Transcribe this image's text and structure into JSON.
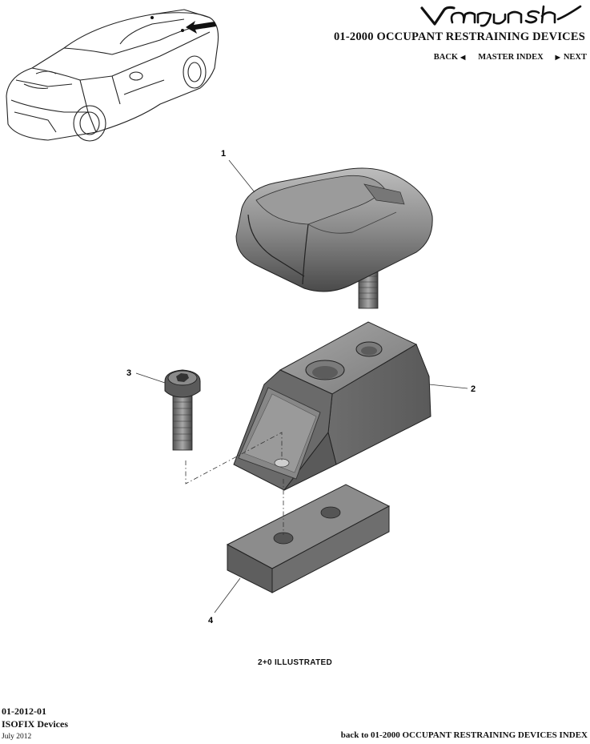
{
  "header": {
    "logo_text": "Vanquish",
    "section_title": "01-2000 OCCUPANT RESTRAINING DEVICES",
    "nav": {
      "back": "BACK",
      "master_index": "MASTER INDEX",
      "next": "NEXT"
    }
  },
  "diagram": {
    "callouts": [
      "1",
      "2",
      "3",
      "4"
    ],
    "caption": "2+0 ILLUSTRATED"
  },
  "footer": {
    "code": "01-2012-01",
    "name": "ISOFIX Devices",
    "date": "July 2012",
    "back_link": "back to 01-2000 OCCUPANT RESTRAINING DEVICES INDEX"
  }
}
